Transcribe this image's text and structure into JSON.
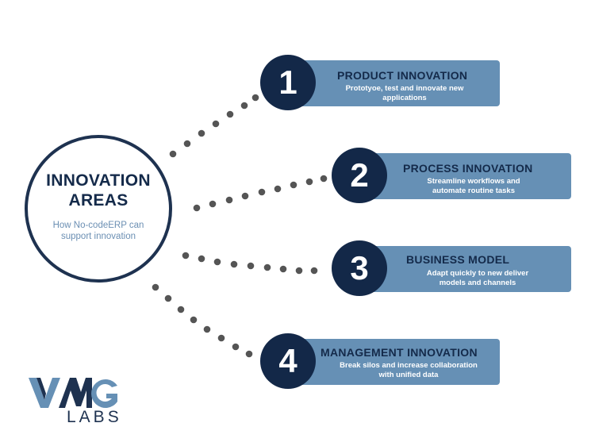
{
  "hub": {
    "title": "INNOVATION AREAS",
    "subtitle": "How No-codeERP can support innovation"
  },
  "areas": [
    {
      "number": "1",
      "title": "PRODUCT INNOVATION",
      "description": "Prototyoe, test and innovate new applications"
    },
    {
      "number": "2",
      "title": "PROCESS INNOVATION",
      "description": "Streamline workflows and automate routine tasks"
    },
    {
      "number": "3",
      "title": "BUSINESS MODEL",
      "description": "Adapt quickly to new deliver models and channels"
    },
    {
      "number": "4",
      "title": "MANAGEMENT INNOVATION",
      "description": "Break silos and increase collaboration with unified data"
    }
  ],
  "logo": {
    "mark": "VMG",
    "text": "LABS"
  },
  "colors": {
    "navy": "#132848",
    "card": "#6690b5",
    "subtitle": "#6b8fb3"
  }
}
